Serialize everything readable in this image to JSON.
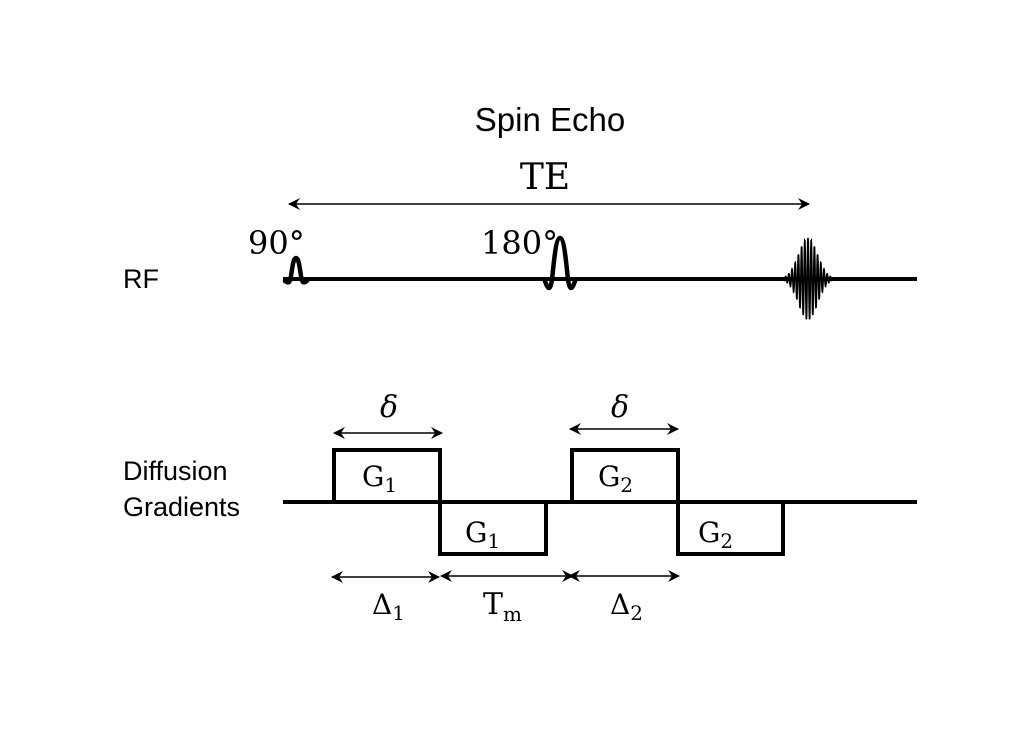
{
  "title": "Spin Echo",
  "te_label": "TE",
  "rows": {
    "rf_label": "RF",
    "gradient_label_line1": "Diffusion",
    "gradient_label_line2": "Gradients"
  },
  "rf_pulses": [
    {
      "label": "90°"
    },
    {
      "label": "180°"
    }
  ],
  "echo_label": "",
  "delta_small": "δ",
  "gradient_lobes": [
    {
      "base": "G",
      "sub": "1",
      "polarity": "positive"
    },
    {
      "base": "G",
      "sub": "1",
      "polarity": "negative"
    },
    {
      "base": "G",
      "sub": "2",
      "polarity": "positive"
    },
    {
      "base": "G",
      "sub": "2",
      "polarity": "negative"
    }
  ],
  "intervals": [
    {
      "base": "Δ",
      "sub": "1"
    },
    {
      "base": "T",
      "sub": "m"
    },
    {
      "base": "Δ",
      "sub": "2"
    }
  ]
}
